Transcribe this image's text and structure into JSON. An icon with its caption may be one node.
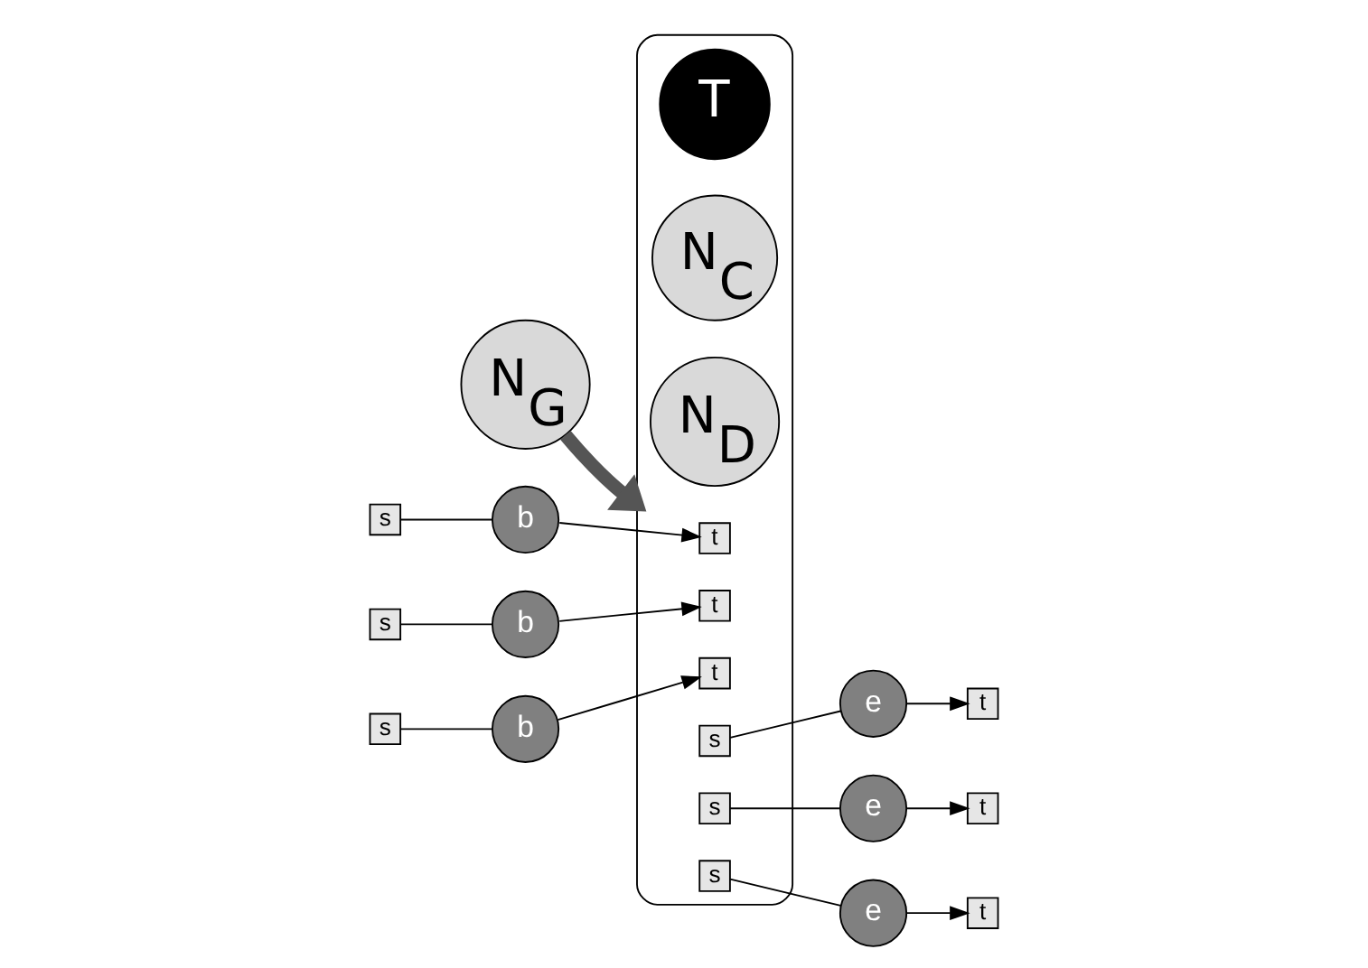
{
  "diagram": {
    "nodes": [
      {
        "text": [
          "N$_{G}$"
        ]
      },
      {
        "text": [],
        "shape": "ellipse"
      },
      {
        "text": [
          "T"
        ],
        "in": 1
      },
      {
        "text": [
          "N$_{C}$"
        ],
        "in": 1
      },
      {
        "text": [
          "N$_{D}$"
        ],
        "in": 1
      },
      {
        "text": [
          "s"
        ]
      },
      {
        "text": [
          "b"
        ]
      },
      {
        "text": [
          "t"
        ],
        "in": 1
      },
      {
        "text": [
          "s"
        ]
      },
      {
        "text": [
          "b"
        ]
      },
      {
        "text": [
          "t"
        ],
        "in": 1
      },
      {
        "text": [
          "s"
        ]
      },
      {
        "text": [
          "b"
        ]
      },
      {
        "text": [
          "t"
        ],
        "in": 1
      },
      {
        "text": [
          "s"
        ],
        "in": 1
      },
      {
        "text": [
          "e"
        ]
      },
      {
        "text": [
          "t"
        ]
      },
      {
        "text": [
          "s"
        ],
        "in": 1
      },
      {
        "text": [
          "e"
        ]
      },
      {
        "text": [
          "t"
        ]
      },
      {
        "text": [
          "s"
        ],
        "in": 1
      },
      {
        "text": [
          "e"
        ]
      },
      {
        "text": [
          "t"
        ]
      }
    ],
    "edges": [
      {
        "from": 0,
        "to": 1,
        "arrow": "to",
        "style": "thick",
        "color": "#555555"
      },
      {
        "from": 5,
        "to": 6,
        "arrow": "none"
      },
      {
        "from": 6,
        "to": 7,
        "arrow": "to"
      },
      {
        "from": 8,
        "to": 9,
        "arrow": "none"
      },
      {
        "from": 9,
        "to": 10,
        "arrow": "to"
      },
      {
        "from": 11,
        "to": 12,
        "arrow": "none"
      },
      {
        "from": 12,
        "to": 13,
        "arrow": "to"
      },
      {
        "from": 14,
        "to": 15,
        "arrow": "none"
      },
      {
        "from": 15,
        "to": 16,
        "arrow": "to"
      },
      {
        "from": 17,
        "to": 18,
        "arrow": "none"
      },
      {
        "from": 18,
        "to": 19,
        "arrow": "to"
      },
      {
        "from": 20,
        "to": 21,
        "arrow": "none"
      },
      {
        "from": 21,
        "to": 22,
        "arrow": "to"
      }
    ]
  }
}
